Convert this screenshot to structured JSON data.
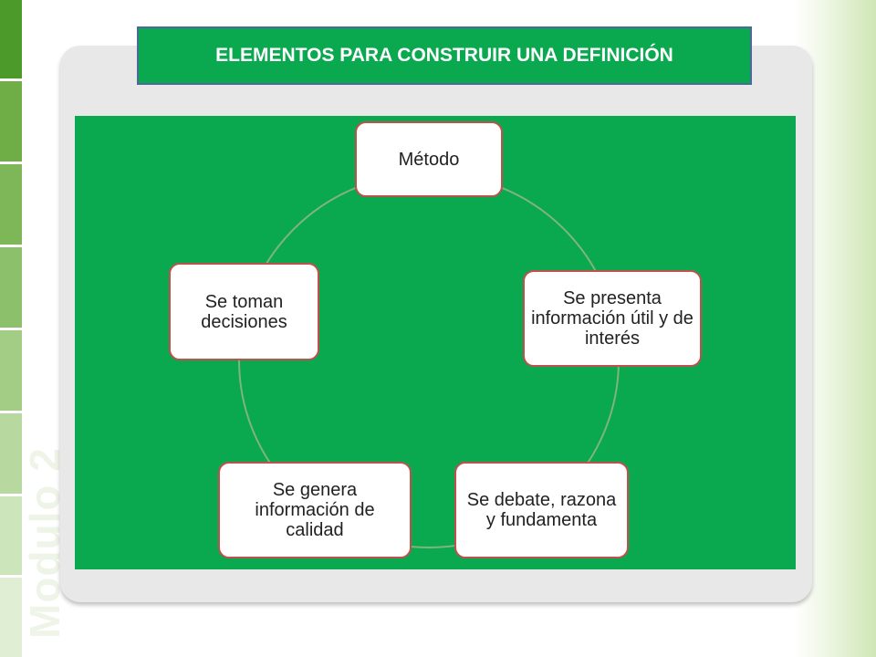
{
  "title": "ELEMENTOS PARA CONSTRUIR UNA DEFINICIÓN",
  "watermark": "Modulo 2",
  "cycle": {
    "nodes": [
      {
        "label": "Método"
      },
      {
        "label": "Se presenta información útil y de interés"
      },
      {
        "label": "Se debate, razona y fundamenta"
      },
      {
        "label": "Se genera información de calidad"
      },
      {
        "label": "Se toman decisiones"
      }
    ]
  },
  "colors": {
    "green": "#0aa84f",
    "node_border": "#c0504d",
    "sidebar_dark": "#4c9a2a",
    "sidebar_light": "#a6cc85"
  }
}
